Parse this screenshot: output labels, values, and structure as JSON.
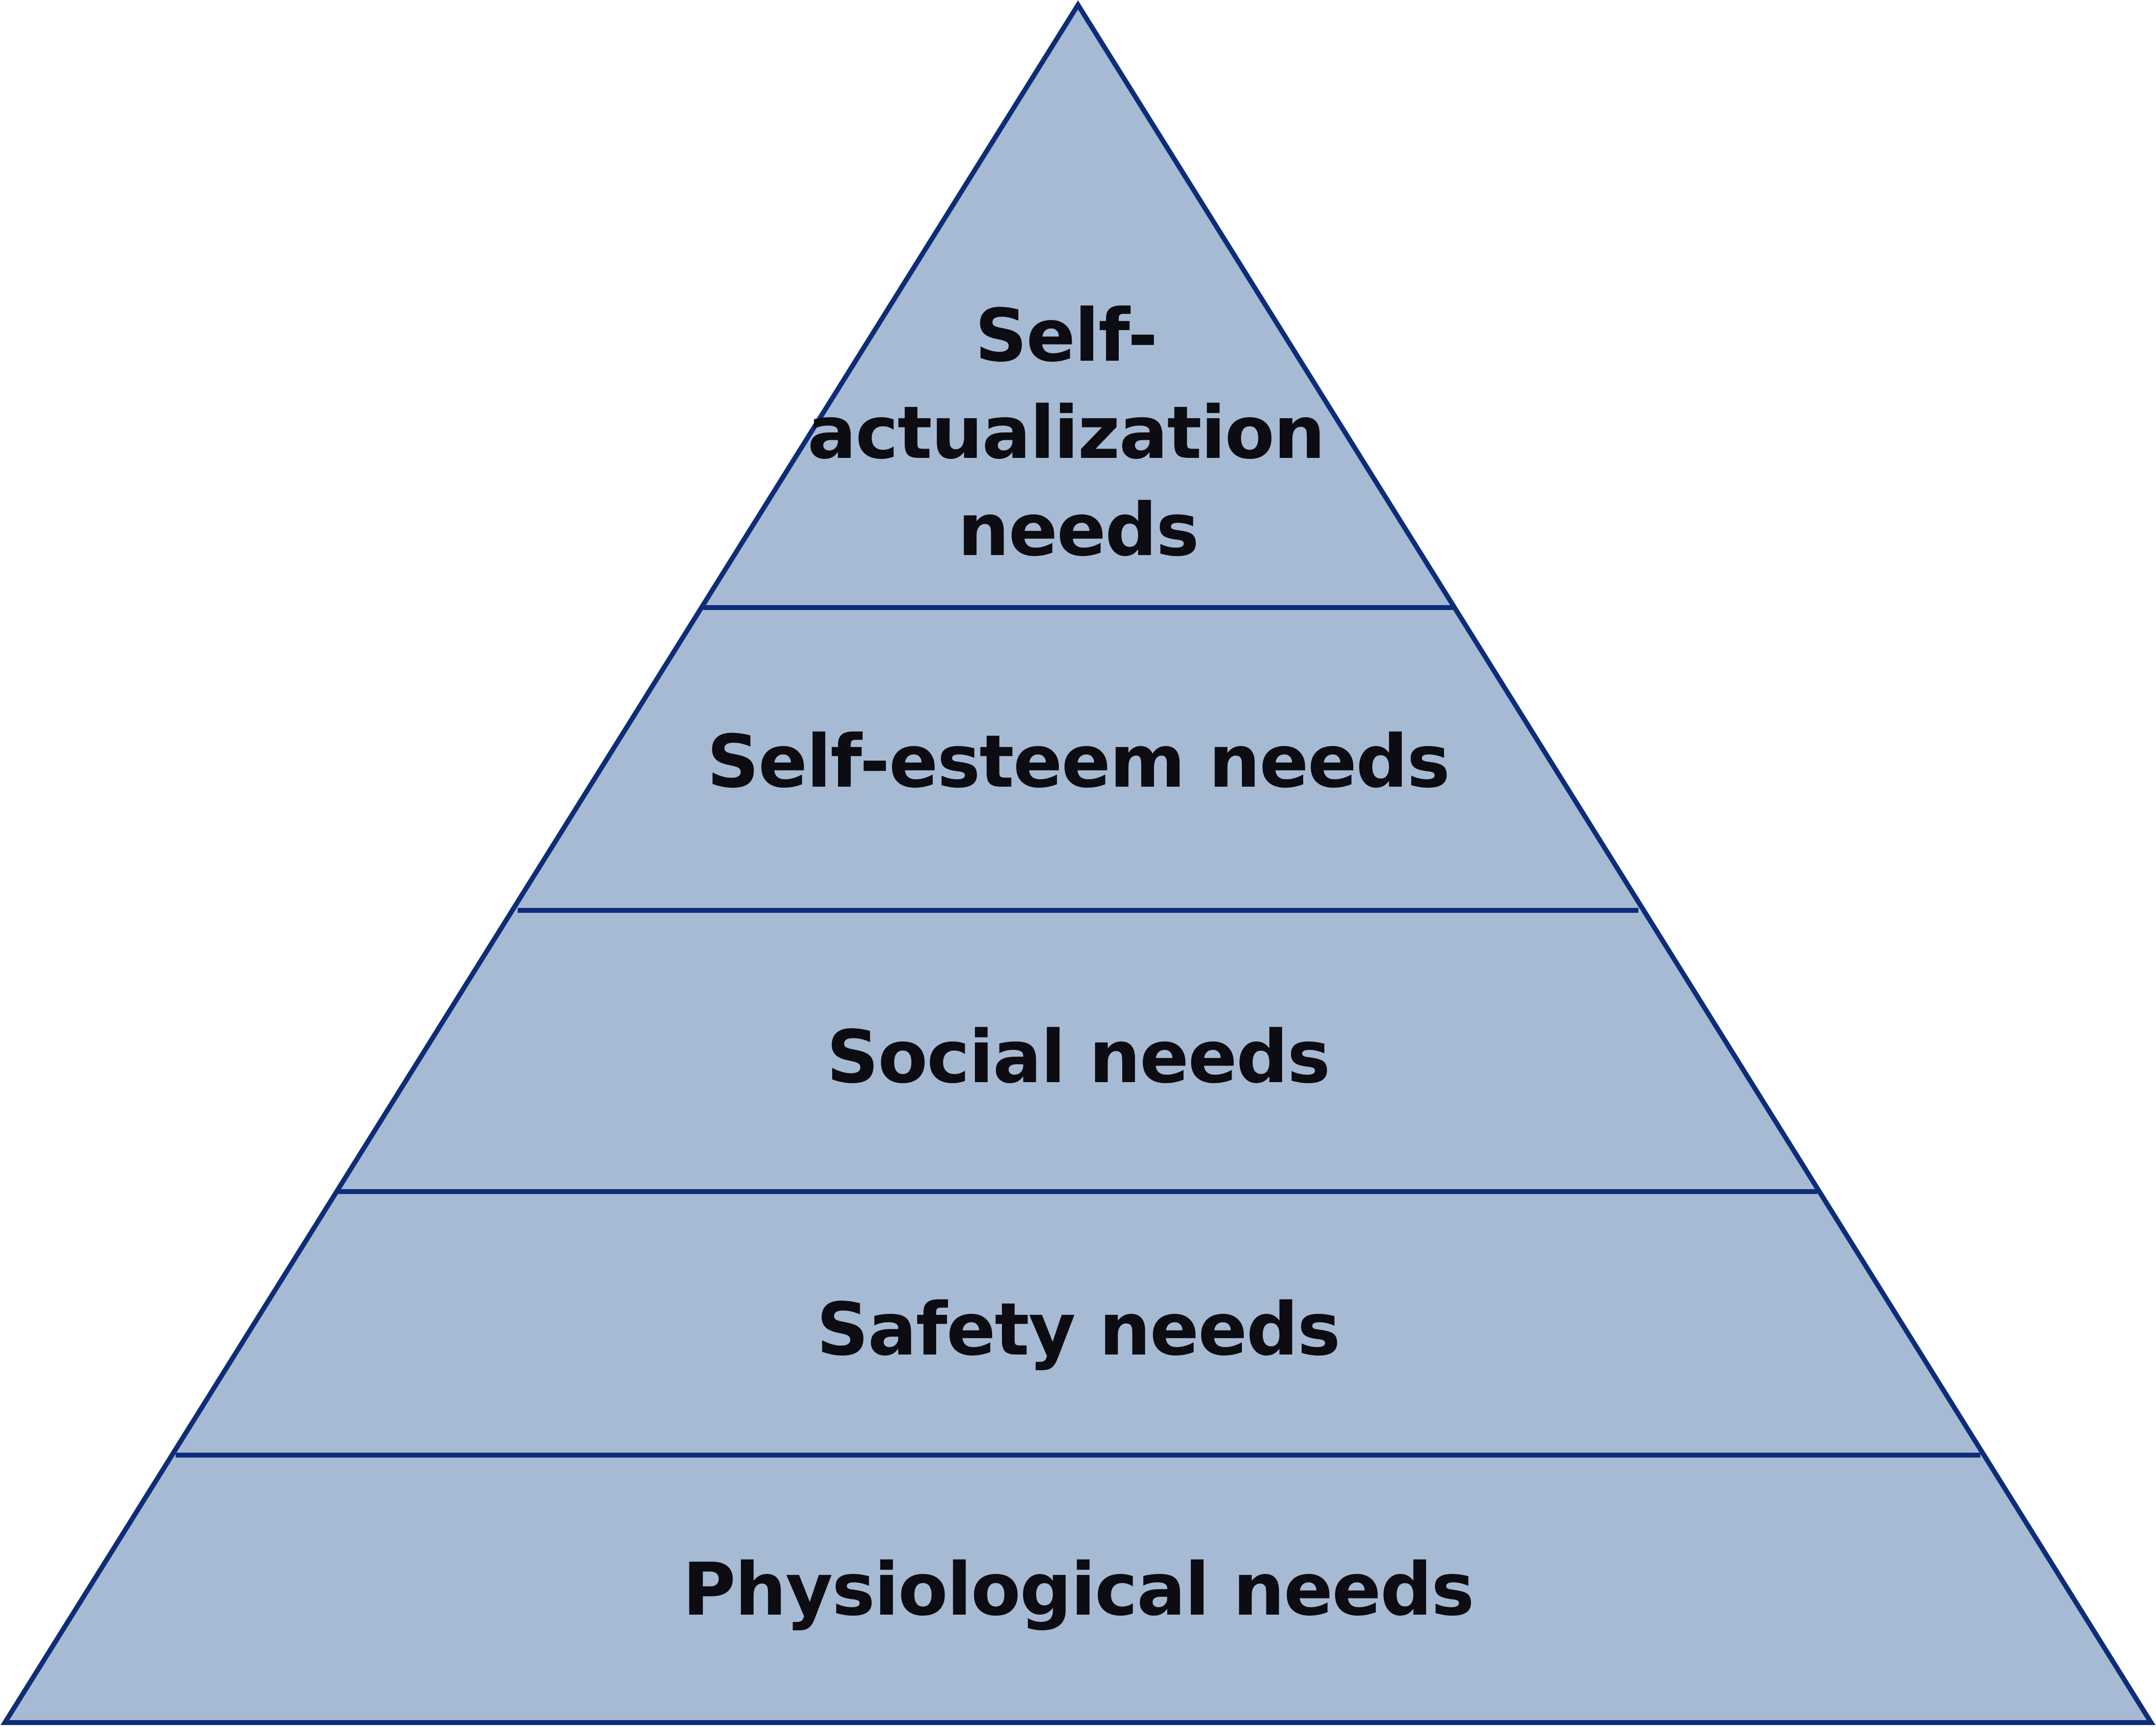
{
  "colors": {
    "fill": "#a7bad3",
    "outline": "#0d2d78",
    "text": "#0c0c12",
    "background": "#ffffff"
  },
  "tiers": [
    {
      "label_lines": [
        "Self-",
        "actualization",
        "needs"
      ]
    },
    {
      "label_lines": [
        "Self-esteem needs"
      ]
    },
    {
      "label_lines": [
        "Social needs"
      ]
    },
    {
      "label_lines": [
        "Safety needs"
      ]
    },
    {
      "label_lines": [
        "Physiological needs"
      ]
    }
  ]
}
